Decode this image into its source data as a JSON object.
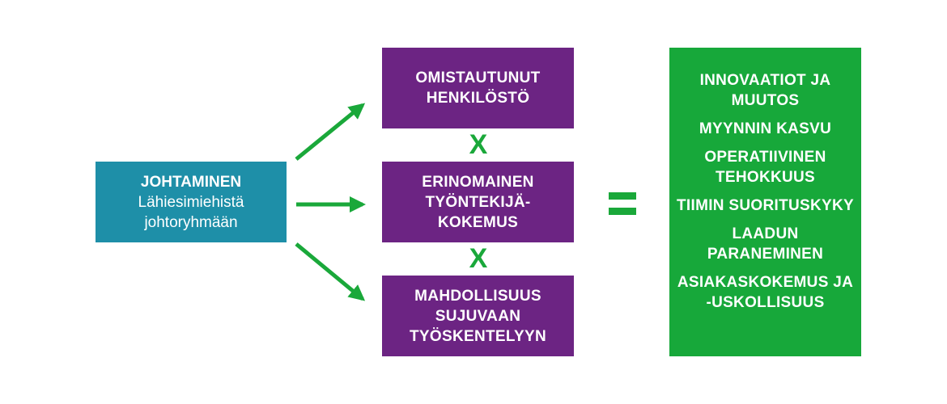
{
  "source": {
    "line1": "JOHTAMINEN",
    "line2": "Lähiesimiehistä",
    "line3": "johtoryhmään"
  },
  "factors": [
    {
      "label": "OMISTAUTUNUT HENKILÖSTÖ"
    },
    {
      "label": "ERINOMAINEN TYÖNTEKIJÄ-KOKEMUS"
    },
    {
      "label": "MAHDOLLISUUS SUJUVAAN TYÖSKENTELYYN"
    }
  ],
  "operators": {
    "times": "X"
  },
  "results": [
    {
      "label": "INNOVAATIOT JA MUUTOS"
    },
    {
      "label": "MYYNNIN KASVU"
    },
    {
      "label": "OPERATIIVINEN TEHOKKUUS"
    },
    {
      "label": "TIIMIN SUORITUSKYKY"
    },
    {
      "label": "LAADUN PARANEMINEN"
    },
    {
      "label": "ASIAKASKOKEMUS JA -USKOLLISUUS"
    }
  ],
  "colors": {
    "source_box": "#1e8fa8",
    "factor_box": "#6c2483",
    "result_box": "#17a83a",
    "arrow": "#1aa83a"
  }
}
